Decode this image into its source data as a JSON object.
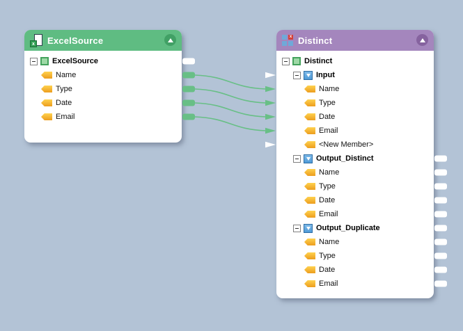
{
  "canvas": {
    "background_color": "#b3c3d6",
    "connection_color": "#68bf86",
    "port_colors": {
      "connected": "#68bf86",
      "empty": "#ffffff"
    }
  },
  "nodes": [
    {
      "title": "ExcelSource",
      "header_color": "#5fbc82",
      "header_button_color": "#41a065",
      "header_icon": "excel-file-icon",
      "rows": [
        {
          "label": "ExcelSource",
          "level": 0,
          "icon": "root",
          "expander": true,
          "bold": true,
          "port_right": "empty"
        },
        {
          "label": "Name",
          "level": 1,
          "icon": "field",
          "expander": false,
          "bold": false,
          "port_right": "connected"
        },
        {
          "label": "Type",
          "level": 1,
          "icon": "field",
          "expander": false,
          "bold": false,
          "port_right": "connected"
        },
        {
          "label": "Date",
          "level": 1,
          "icon": "field",
          "expander": false,
          "bold": false,
          "port_right": "connected"
        },
        {
          "label": "Email",
          "level": 1,
          "icon": "field",
          "expander": false,
          "bold": false,
          "port_right": "connected"
        }
      ]
    },
    {
      "title": "Distinct",
      "header_color": "#a486bd",
      "header_button_color": "#86639f",
      "header_icon": "distinct-grid-icon",
      "rows": [
        {
          "label": "Distinct",
          "level": 0,
          "icon": "root",
          "expander": true,
          "bold": true
        },
        {
          "label": "Input",
          "level": 1,
          "icon": "collection",
          "expander": true,
          "bold": true,
          "port_left": "empty"
        },
        {
          "label": "Name",
          "level": 2,
          "icon": "field",
          "expander": false,
          "bold": false,
          "port_left": "connected"
        },
        {
          "label": "Type",
          "level": 2,
          "icon": "field",
          "expander": false,
          "bold": false,
          "port_left": "connected"
        },
        {
          "label": "Date",
          "level": 2,
          "icon": "field",
          "expander": false,
          "bold": false,
          "port_left": "connected"
        },
        {
          "label": "Email",
          "level": 2,
          "icon": "field",
          "expander": false,
          "bold": false,
          "port_left": "connected"
        },
        {
          "label": "<New Member>",
          "level": 2,
          "icon": "field",
          "expander": false,
          "bold": false,
          "port_left": "empty"
        },
        {
          "label": "Output_Distinct",
          "level": 1,
          "icon": "collection",
          "expander": true,
          "bold": true,
          "port_right": "empty"
        },
        {
          "label": "Name",
          "level": 2,
          "icon": "field",
          "expander": false,
          "bold": false,
          "port_right": "empty"
        },
        {
          "label": "Type",
          "level": 2,
          "icon": "field",
          "expander": false,
          "bold": false,
          "port_right": "empty"
        },
        {
          "label": "Date",
          "level": 2,
          "icon": "field",
          "expander": false,
          "bold": false,
          "port_right": "empty"
        },
        {
          "label": "Email",
          "level": 2,
          "icon": "field",
          "expander": false,
          "bold": false,
          "port_right": "empty"
        },
        {
          "label": "Output_Duplicate",
          "level": 1,
          "icon": "collection",
          "expander": true,
          "bold": true,
          "port_right": "empty"
        },
        {
          "label": "Name",
          "level": 2,
          "icon": "field",
          "expander": false,
          "bold": false,
          "port_right": "empty"
        },
        {
          "label": "Type",
          "level": 2,
          "icon": "field",
          "expander": false,
          "bold": false,
          "port_right": "empty"
        },
        {
          "label": "Date",
          "level": 2,
          "icon": "field",
          "expander": false,
          "bold": false,
          "port_right": "empty"
        },
        {
          "label": "Email",
          "level": 2,
          "icon": "field",
          "expander": false,
          "bold": false,
          "port_right": "empty"
        }
      ]
    }
  ],
  "connections": [
    {
      "from_node": 0,
      "from_row": 1,
      "to_node": 1,
      "to_row": 2
    },
    {
      "from_node": 0,
      "from_row": 2,
      "to_node": 1,
      "to_row": 3
    },
    {
      "from_node": 0,
      "from_row": 3,
      "to_node": 1,
      "to_row": 4
    },
    {
      "from_node": 0,
      "from_row": 4,
      "to_node": 1,
      "to_row": 5
    }
  ]
}
